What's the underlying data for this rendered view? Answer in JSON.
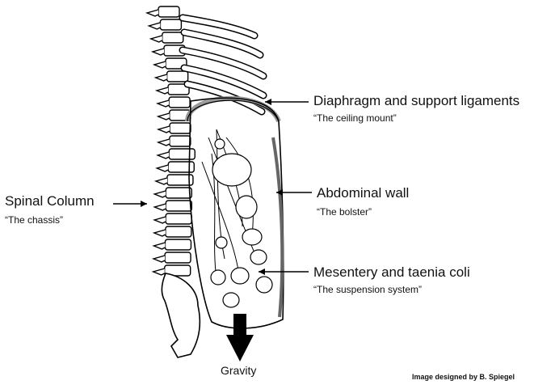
{
  "labels": {
    "diaphragm": {
      "title": "Diaphragm and support ligaments",
      "subtitle": "“The ceiling mount”"
    },
    "abdominal": {
      "title": "Abdominal wall",
      "subtitle": "“The bolster”"
    },
    "mesentery": {
      "title": "Mesentery and taenia coli",
      "subtitle": "“The suspension system”"
    },
    "spinal": {
      "title": "Spinal Column",
      "subtitle": "“The chassis”"
    },
    "gravity": {
      "title": "Gravity"
    }
  },
  "credit": "Image designed by B. Spiegel"
}
